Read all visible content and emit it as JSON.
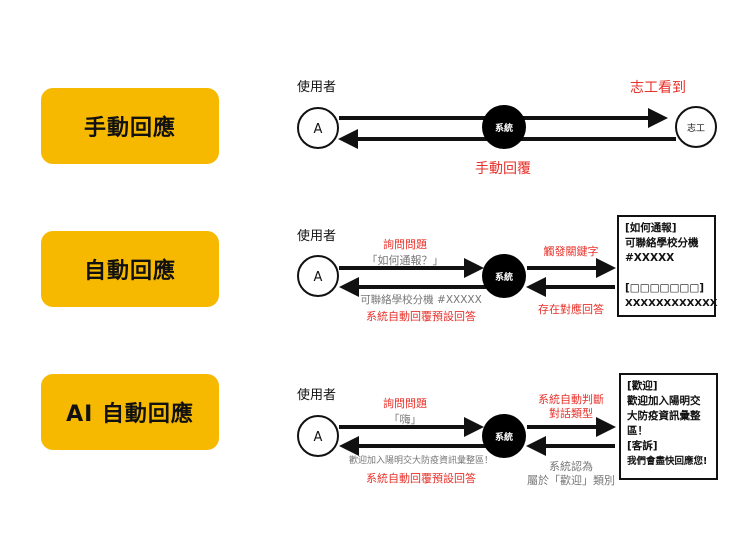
{
  "colors": {
    "label_bg": "#F7B900",
    "red": "#E8312A",
    "gray": "#777777",
    "line": "#111111"
  },
  "rows": [
    {
      "label": "手動回應",
      "user": "使用者",
      "node_a": "A",
      "system": "系統",
      "volunteer": "志工",
      "top_right": "志工看到",
      "bottom": "手動回覆"
    },
    {
      "label": "自動回應",
      "user": "使用者",
      "node_a": "A",
      "system": "系統",
      "q_red": "詢問問題",
      "q_gray": "「如何通報？」",
      "trigger_red": "觸發關鍵字",
      "store_red": "存在對應回答",
      "reply_gray": "可聯絡學校分機 #XXXXX",
      "reply_red": "系統自動回覆預設回答",
      "panel": {
        "line1": "[如何通報]",
        "line2": "可聯絡學校分機",
        "line3": "#XXXXX",
        "line4": "[□□□□□□□]",
        "line5": "XXXXXXXXXXXX"
      }
    },
    {
      "label": "AI 自動回應",
      "user": "使用者",
      "node_a": "A",
      "system": "系統",
      "q_red": "詢問問題",
      "q_gray": "「嗨」",
      "judge_red_1": "系統自動判斷",
      "judge_red_2": "對話類型",
      "recog_gray_1": "系統認為",
      "recog_gray_2": "屬於「歡迎」類別",
      "reply_gray": "歡迎加入陽明交大防疫資訊彙整區！",
      "reply_red": "系統自動回覆預設回答",
      "panel": {
        "line1": "[歡迎]",
        "line2": "歡迎加入陽明交",
        "line3": "大防疫資訊彙整",
        "line4": "區！",
        "line5": "[客訴]",
        "line6": "我們會盡快回應您!"
      }
    }
  ]
}
